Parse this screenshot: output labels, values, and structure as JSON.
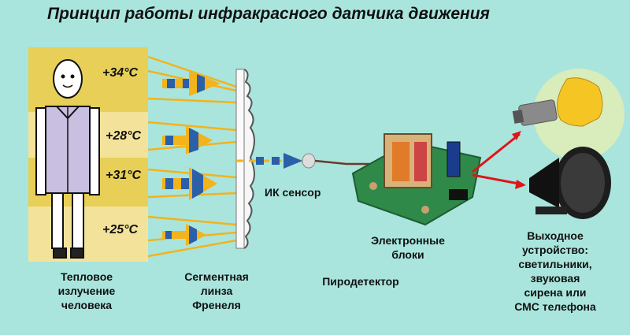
{
  "title": "Принцип работы инфракрасного датчика движения",
  "temperatures": [
    "+34",
    "+28",
    "+31",
    "+25"
  ],
  "degree_unit": "°C",
  "labels": {
    "ir_sensor": "ИК сенсор",
    "electronics": "Электронные\nблоки",
    "pyrodetector": "Пиродетектор",
    "thermal": "Тепловое\nизлучение\nчеловека",
    "fresnel": "Сегментная\nлинза\nФренеля",
    "output": "Выходное\nустройство:\nсветильники,\nзвуковая\nсирена или\nСМС телефона"
  },
  "colors": {
    "background": "#a9e5dd",
    "zone_yellow": "#e8cf57",
    "zone_light": "#f0dc8a",
    "ray": "#f2b31c",
    "arrow_blue": "#2b5fa8",
    "relay_arrow": "#e0141a"
  }
}
